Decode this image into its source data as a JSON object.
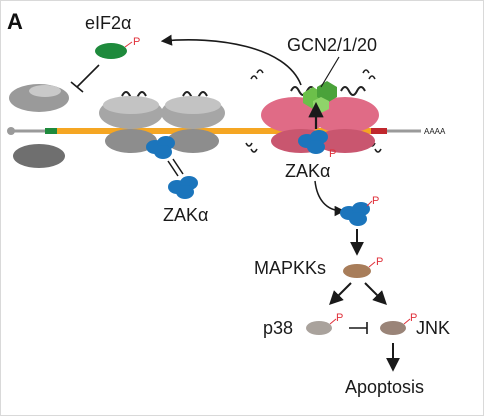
{
  "panel_letter": "A",
  "labels": {
    "eif2a": "eIF2α",
    "gcn": "GCN2/1/20",
    "zaka_left": "ZAKα",
    "zaka_right": "ZAKα",
    "mapkks": "MAPKKs",
    "p38": "p38",
    "jnk": "JNK",
    "apoptosis": "Apoptosis",
    "polya": "AAAA"
  },
  "phospho_mark": "P",
  "colors": {
    "mrna": "#f5a623",
    "start_codon": "#1e8a3c",
    "stop_codon": "#c0272d",
    "ribosome_grey": "#9a9a9a",
    "ribosome_collided": "#e06b86",
    "zak": "#1b75bc",
    "gcn": "#6cc04a",
    "eif2": "#1e8a3c",
    "mapkk": "#a87d5a",
    "p38": "#a9a29c",
    "jnk": "#9a8478",
    "phospho": "#e0303a"
  }
}
